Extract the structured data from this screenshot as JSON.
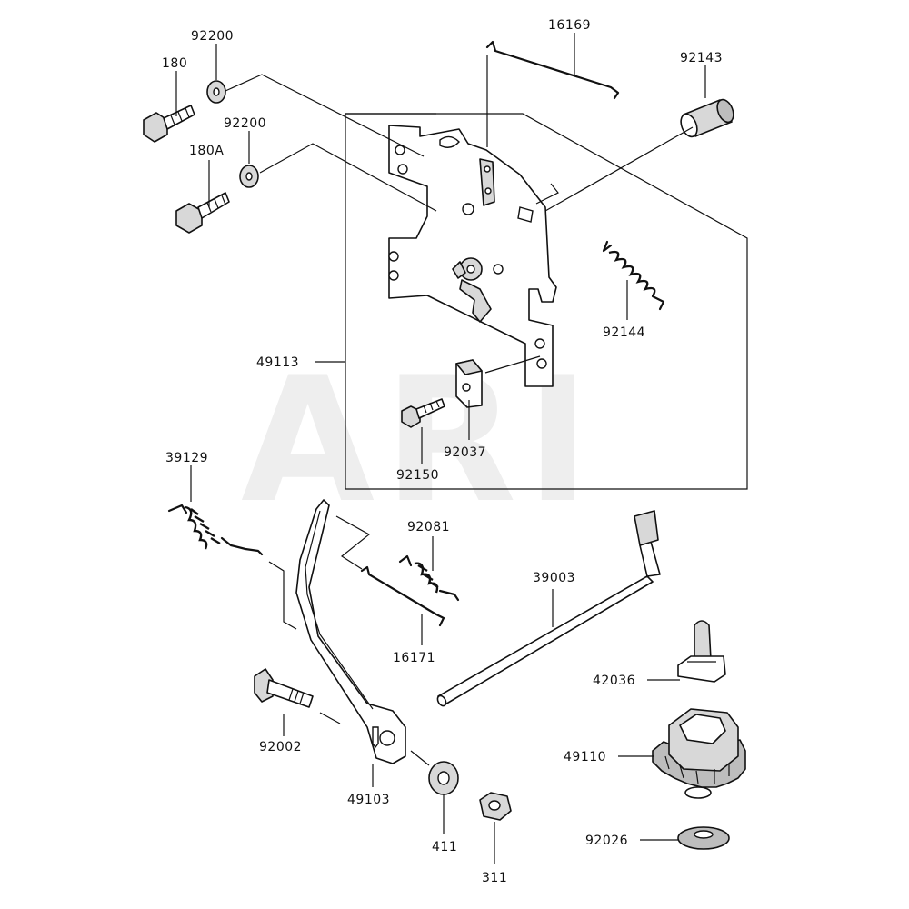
{
  "watermark": "ARI",
  "parts": {
    "p16169": "16169",
    "p92143": "92143",
    "p92200a": "92200",
    "p180": "180",
    "p92200b": "92200",
    "p180a": "180A",
    "p92144": "92144",
    "p49113": "49113",
    "p92037": "92037",
    "p92150": "92150",
    "p39129": "39129",
    "p92081": "92081",
    "p39003": "39003",
    "p16171": "16171",
    "p42036": "42036",
    "p92002": "92002",
    "p49110": "49110",
    "p49103": "49103",
    "p92026": "92026",
    "p411": "411",
    "p311": "311"
  }
}
